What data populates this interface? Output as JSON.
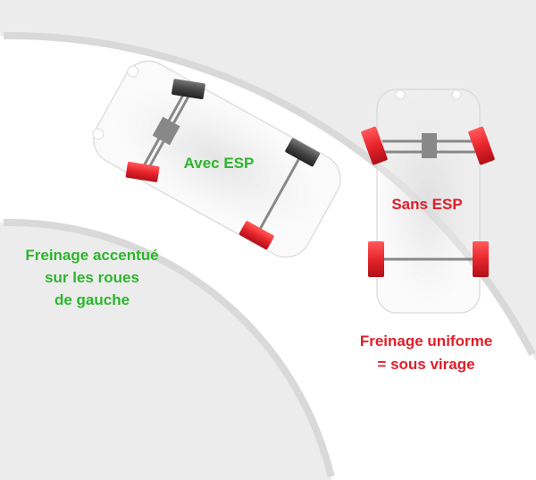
{
  "labels": {
    "with_esp": "Avec ESP",
    "without_esp": "Sans ESP",
    "with_esp_caption": [
      "Freinage accentué",
      "sur les roues",
      "de gauche"
    ],
    "without_esp_caption": [
      "Freinage uniforme",
      "= sous virage"
    ]
  },
  "colors": {
    "background": "#ececec",
    "road": "#ffffff",
    "road_edge": "#d9d9d9",
    "braking_wheel": "#e8242c",
    "free_wheel": "#555555",
    "with_esp_text": "#2db52d",
    "without_esp_text": "#e01e2a"
  }
}
